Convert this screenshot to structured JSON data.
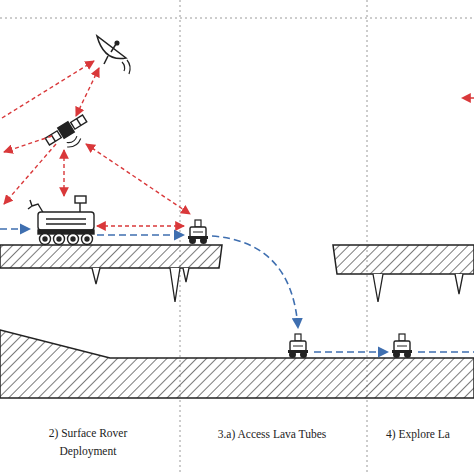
{
  "diagram": {
    "labels": [
      "2) Surface Rover Deployment",
      "3.a) Access Lava Tubes",
      "4) Explore La"
    ]
  }
}
